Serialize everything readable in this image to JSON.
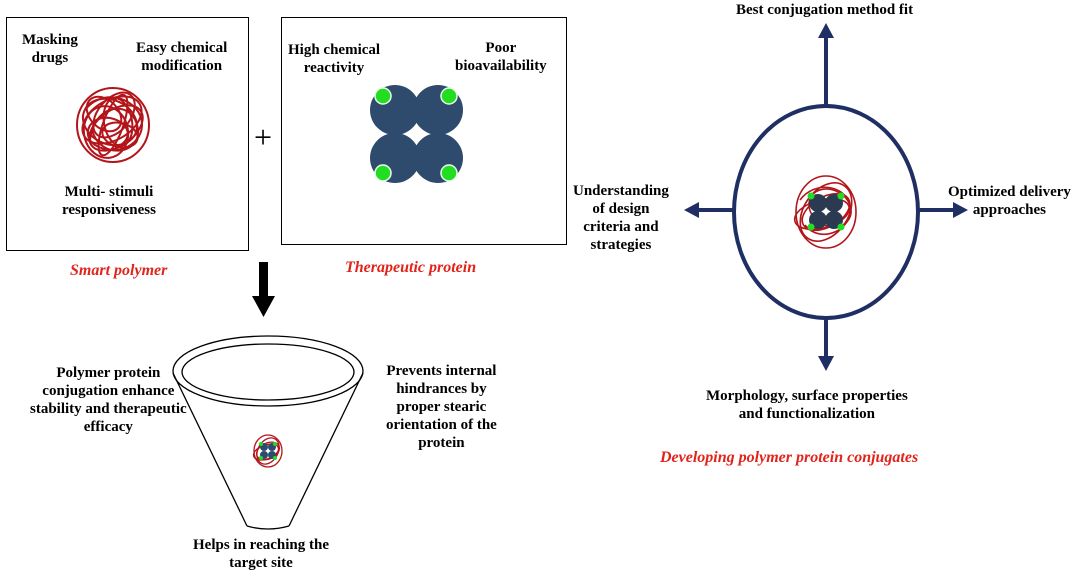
{
  "smart_polymer_box": {
    "label_masking": [
      "Masking",
      "drugs"
    ],
    "label_easy_mod": [
      "Easy chemical",
      "modification"
    ],
    "label_multi": [
      "Multi- stimuli",
      "responsiveness"
    ],
    "caption": "Smart polymer"
  },
  "plus_sign": "+",
  "protein_box": {
    "label_reactivity": [
      "High chemical",
      "reactivity"
    ],
    "label_bioavail": [
      "Poor",
      "bioavailability"
    ],
    "caption": "Therapeutic protein"
  },
  "funnel": {
    "label_left": [
      "Polymer protein",
      "conjugation enhance",
      "stability and therapeutic",
      "efficacy"
    ],
    "label_right": [
      "Prevents internal",
      "hindrances by",
      "proper stearic",
      "orientation of the",
      "protein"
    ],
    "label_bottom": [
      "Helps in reaching the",
      "target site"
    ]
  },
  "conjugate_circle": {
    "label_top": "Best conjugation method fit",
    "label_left": [
      "Understanding",
      "of design",
      "criteria and",
      "strategies"
    ],
    "label_right": [
      "Optimized delivery",
      "approaches"
    ],
    "label_bottom": [
      "Morphology, surface properties",
      "and functionalization"
    ],
    "caption": "Developing polymer protein conjugates"
  },
  "colors": {
    "polymer": "#b3151b",
    "protein": "#2e4b6e",
    "binding_site": "#22dd22",
    "arrow_blue": "#1f2f63",
    "caption_red": "#e2231a"
  }
}
